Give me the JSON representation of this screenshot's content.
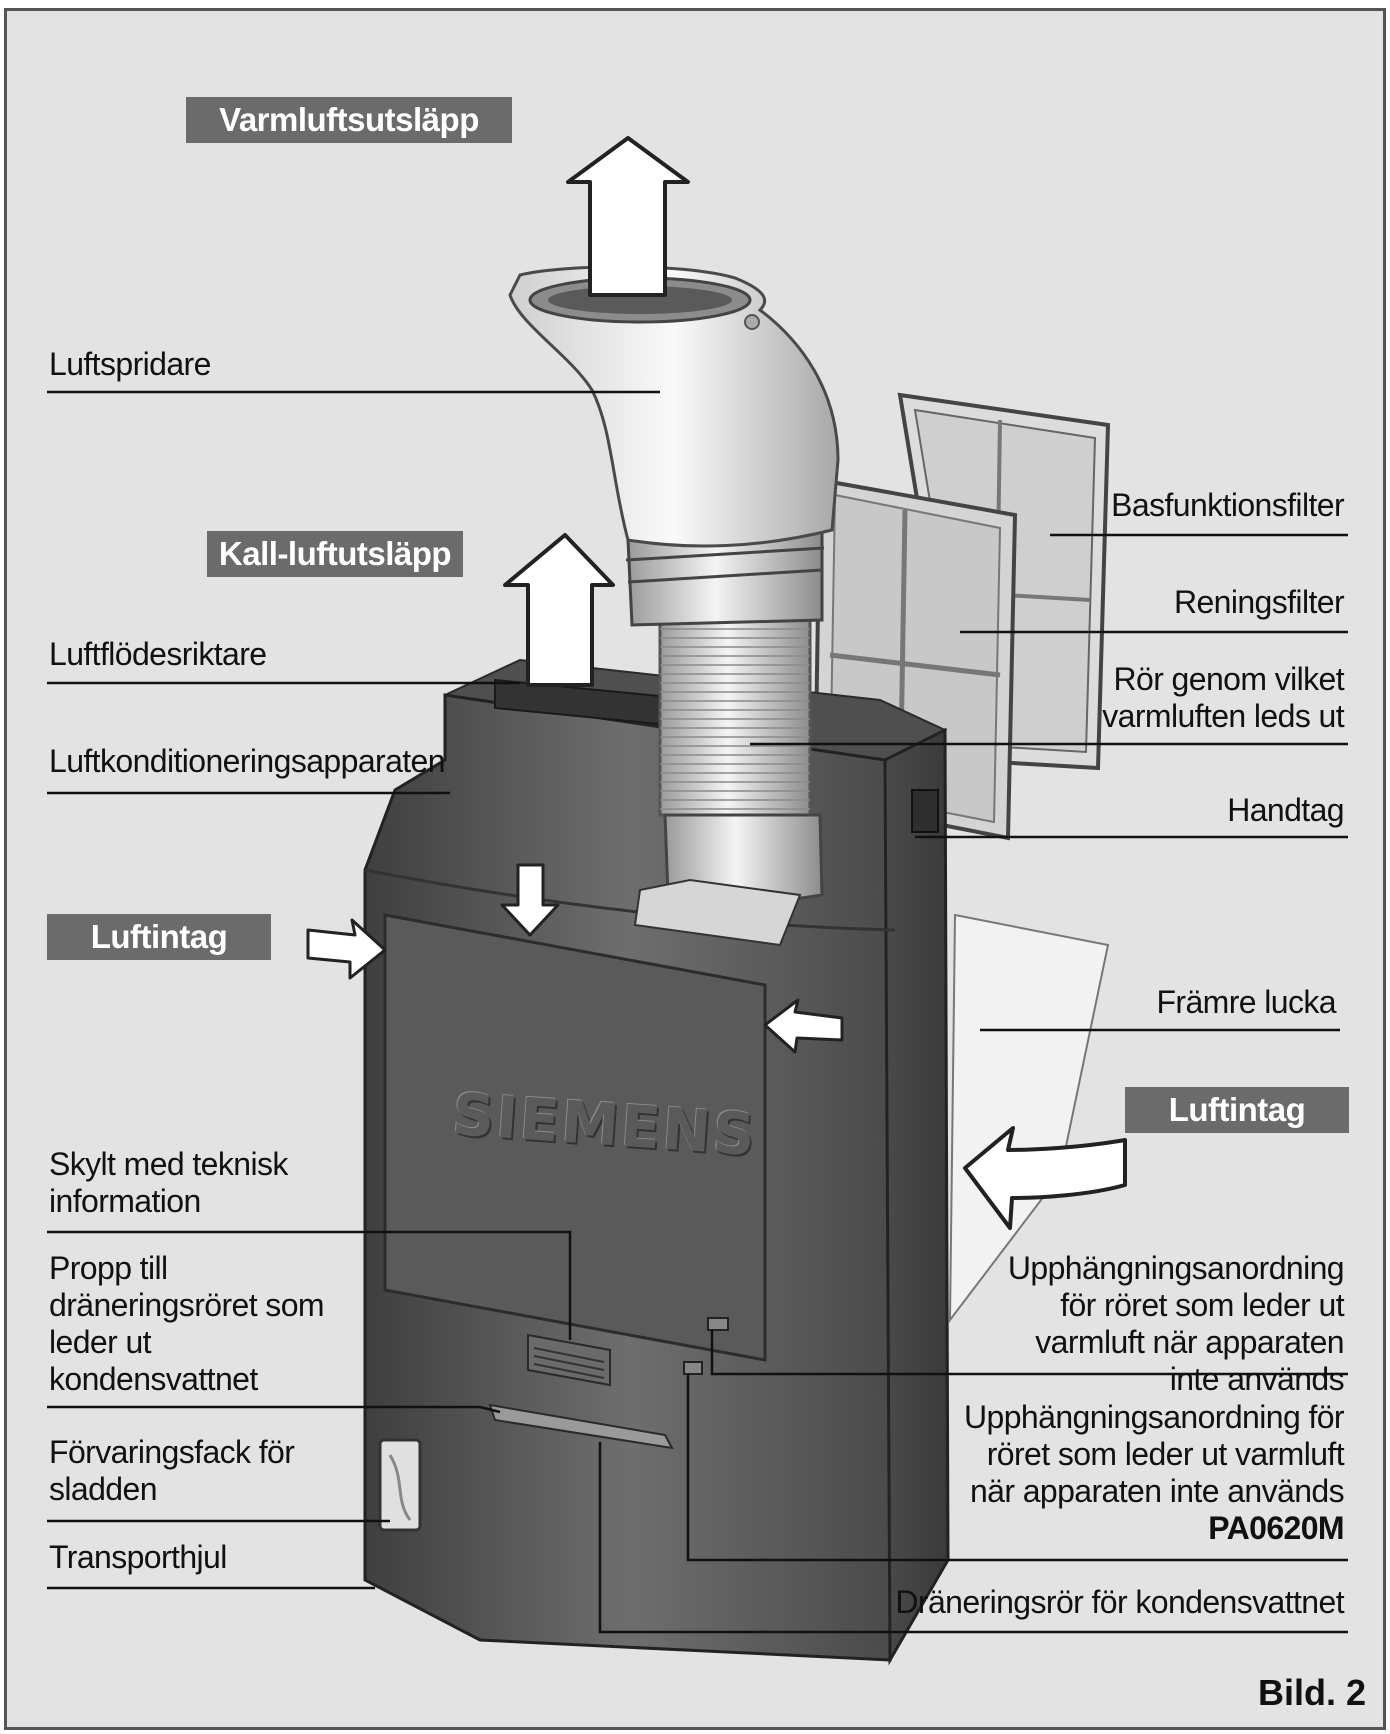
{
  "tags": {
    "hot_outlet": "Varmluftsutsläpp",
    "cold_outlet": "Kall-luftutsläpp",
    "intake_left": "Luftintag",
    "intake_right": "Luftintag"
  },
  "left_labels": {
    "diffuser": "Luftspridare",
    "flow_director": "Luftflödesriktare",
    "unit": "Luftkonditioneringsapparaten",
    "rating_plate": "Skylt med teknisk information",
    "drain_plug": "Propp till dräneringsröret som leder ut kondensvattnet",
    "cord_storage": "Förvaringsfack för sladden",
    "wheels": "Transporthjul"
  },
  "right_labels": {
    "base_filter": "Basfunktionsfilter",
    "purify_filter": "Reningsfilter",
    "hose": "Rör genom vilket varmluften leds ut",
    "handle": "Handtag",
    "front_cover": "Främre lucka",
    "hanger_1": "Upphängningsanordning för röret som leder ut varmluft när apparaten inte används",
    "hanger_2_text": "Upphängningsanordning för röret som leder ut varmluft när apparaten inte används",
    "hanger_2_model": "PA0620M",
    "drain_pipe": "Dräneringsrör för kondensvattnet"
  },
  "brand": "SIEMENS",
  "caption": "Bild. 2",
  "colors": {
    "tag_bg": "#6b6b6b",
    "background": "#e3e3e3",
    "body": "#5c5c5c"
  }
}
